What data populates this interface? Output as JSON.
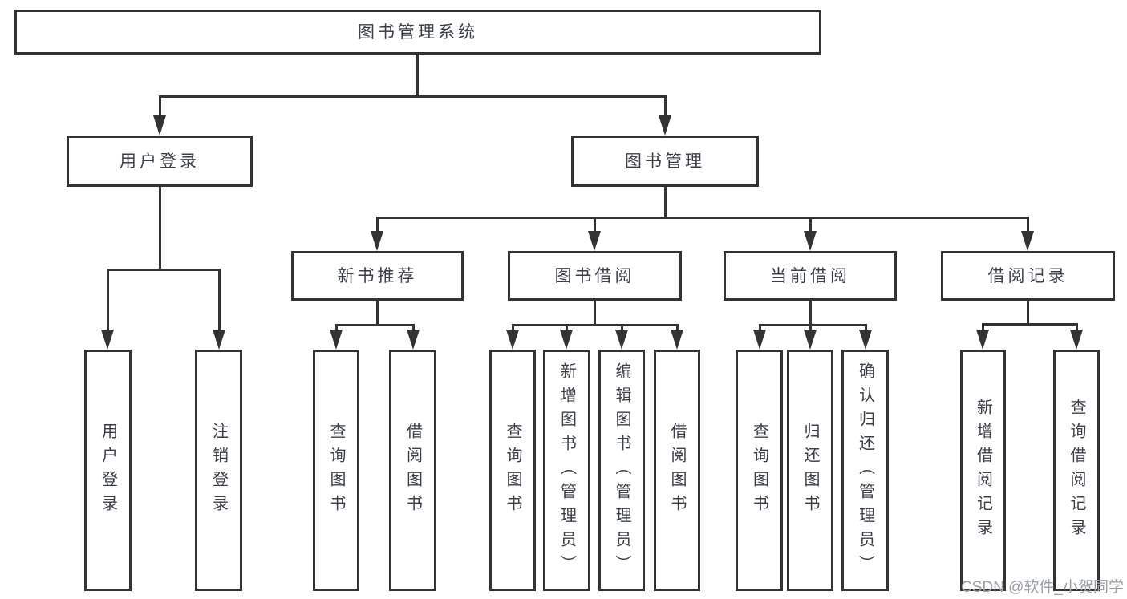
{
  "diagram": {
    "root": {
      "label": "图书管理系统"
    },
    "level2": [
      {
        "id": "user-login",
        "label": "用户登录"
      },
      {
        "id": "book-management",
        "label": "图书管理"
      }
    ],
    "level3": [
      {
        "id": "new-book-recommend",
        "label": "新书推荐",
        "parent": "图书管理"
      },
      {
        "id": "book-borrow",
        "label": "图书借阅",
        "parent": "图书管理"
      },
      {
        "id": "current-borrow",
        "label": "当前借阅",
        "parent": "图书管理"
      },
      {
        "id": "borrow-records",
        "label": "借阅记录",
        "parent": "图书管理"
      }
    ],
    "leaves": [
      {
        "label": "用户登录",
        "parent": "用户登录"
      },
      {
        "label": "注销登录",
        "parent": "用户登录"
      },
      {
        "label": "查询图书",
        "parent": "新书推荐"
      },
      {
        "label": "借阅图书",
        "parent": "新书推荐"
      },
      {
        "label": "查询图书",
        "parent": "图书借阅"
      },
      {
        "label": "新增图书（管理员）",
        "parent": "图书借阅"
      },
      {
        "label": "编辑图书（管理员）",
        "parent": "图书借阅"
      },
      {
        "label": "借阅图书",
        "parent": "图书借阅"
      },
      {
        "label": "查询图书",
        "parent": "当前借阅"
      },
      {
        "label": "归还图书",
        "parent": "当前借阅"
      },
      {
        "label": "确认归还（管理员）",
        "parent": "当前借阅"
      },
      {
        "label": "新增借阅记录",
        "parent": "借阅记录"
      },
      {
        "label": "查询借阅记录",
        "parent": "借阅记录"
      }
    ],
    "watermark": {
      "text": "CSDN @软件_小贺同学"
    },
    "colors": {
      "line": "#333333",
      "text": "#3b3f46",
      "watermark": "#9aa0a6",
      "background": "#ffffff"
    }
  }
}
